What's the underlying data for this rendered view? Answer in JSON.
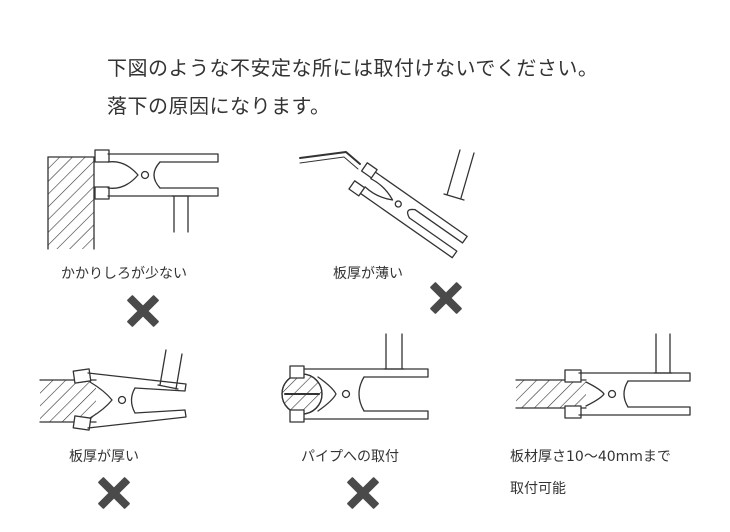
{
  "instructions": {
    "line1": "下図のような不安定な所には取付けないでください。",
    "line2": "落下の原因になります。"
  },
  "captions": {
    "case1": "かかりしろが少ない",
    "case2": "板厚が薄い",
    "case3": "板厚が厚い",
    "case4": "パイプへの取付",
    "case5_line1": "板材厚さ10～40mmまで",
    "case5_line2": "取付可能"
  },
  "colors": {
    "text": "#333333",
    "line_art": "#333333",
    "x_mark": "#4a4a4a"
  }
}
